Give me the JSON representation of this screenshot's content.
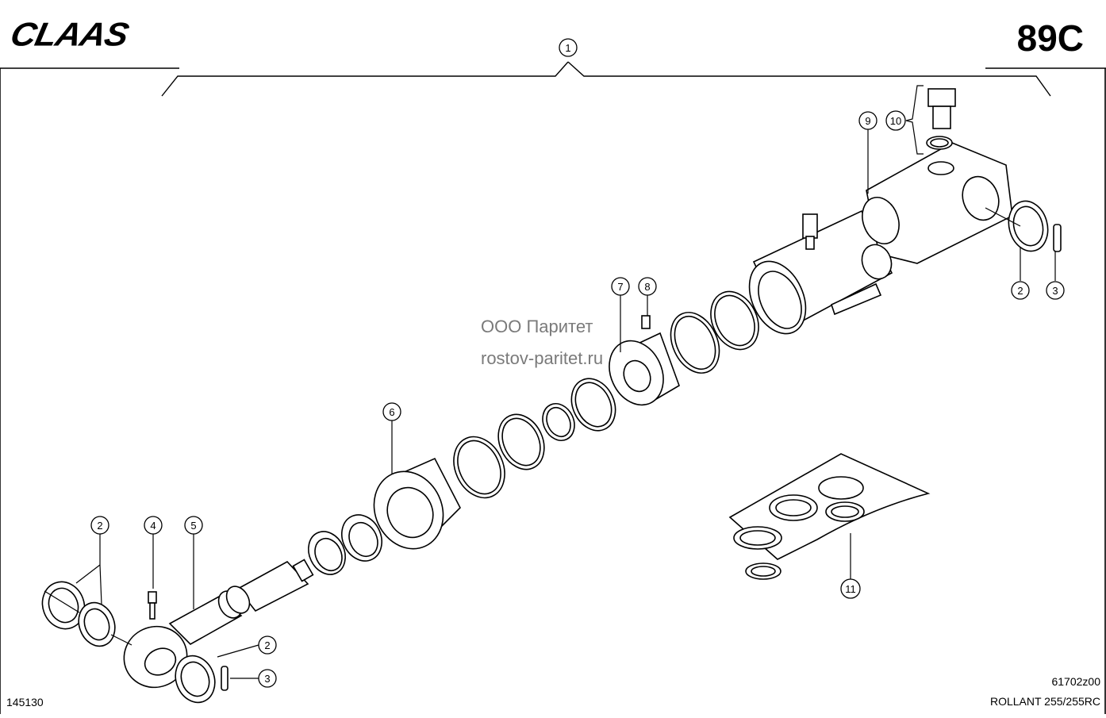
{
  "header": {
    "brand": "CLAAS",
    "page_code": "89C"
  },
  "watermark": {
    "line1": "ООО Паритет",
    "line2": "rostov-paritet.ru"
  },
  "footer": {
    "left_code": "145130",
    "right_code": "61702z00",
    "model": "ROLLANT 255/255RC"
  },
  "callouts": [
    "1",
    "2",
    "3",
    "4",
    "5",
    "6",
    "7",
    "8",
    "9",
    "10",
    "11",
    "2",
    "3",
    "2",
    "3"
  ]
}
